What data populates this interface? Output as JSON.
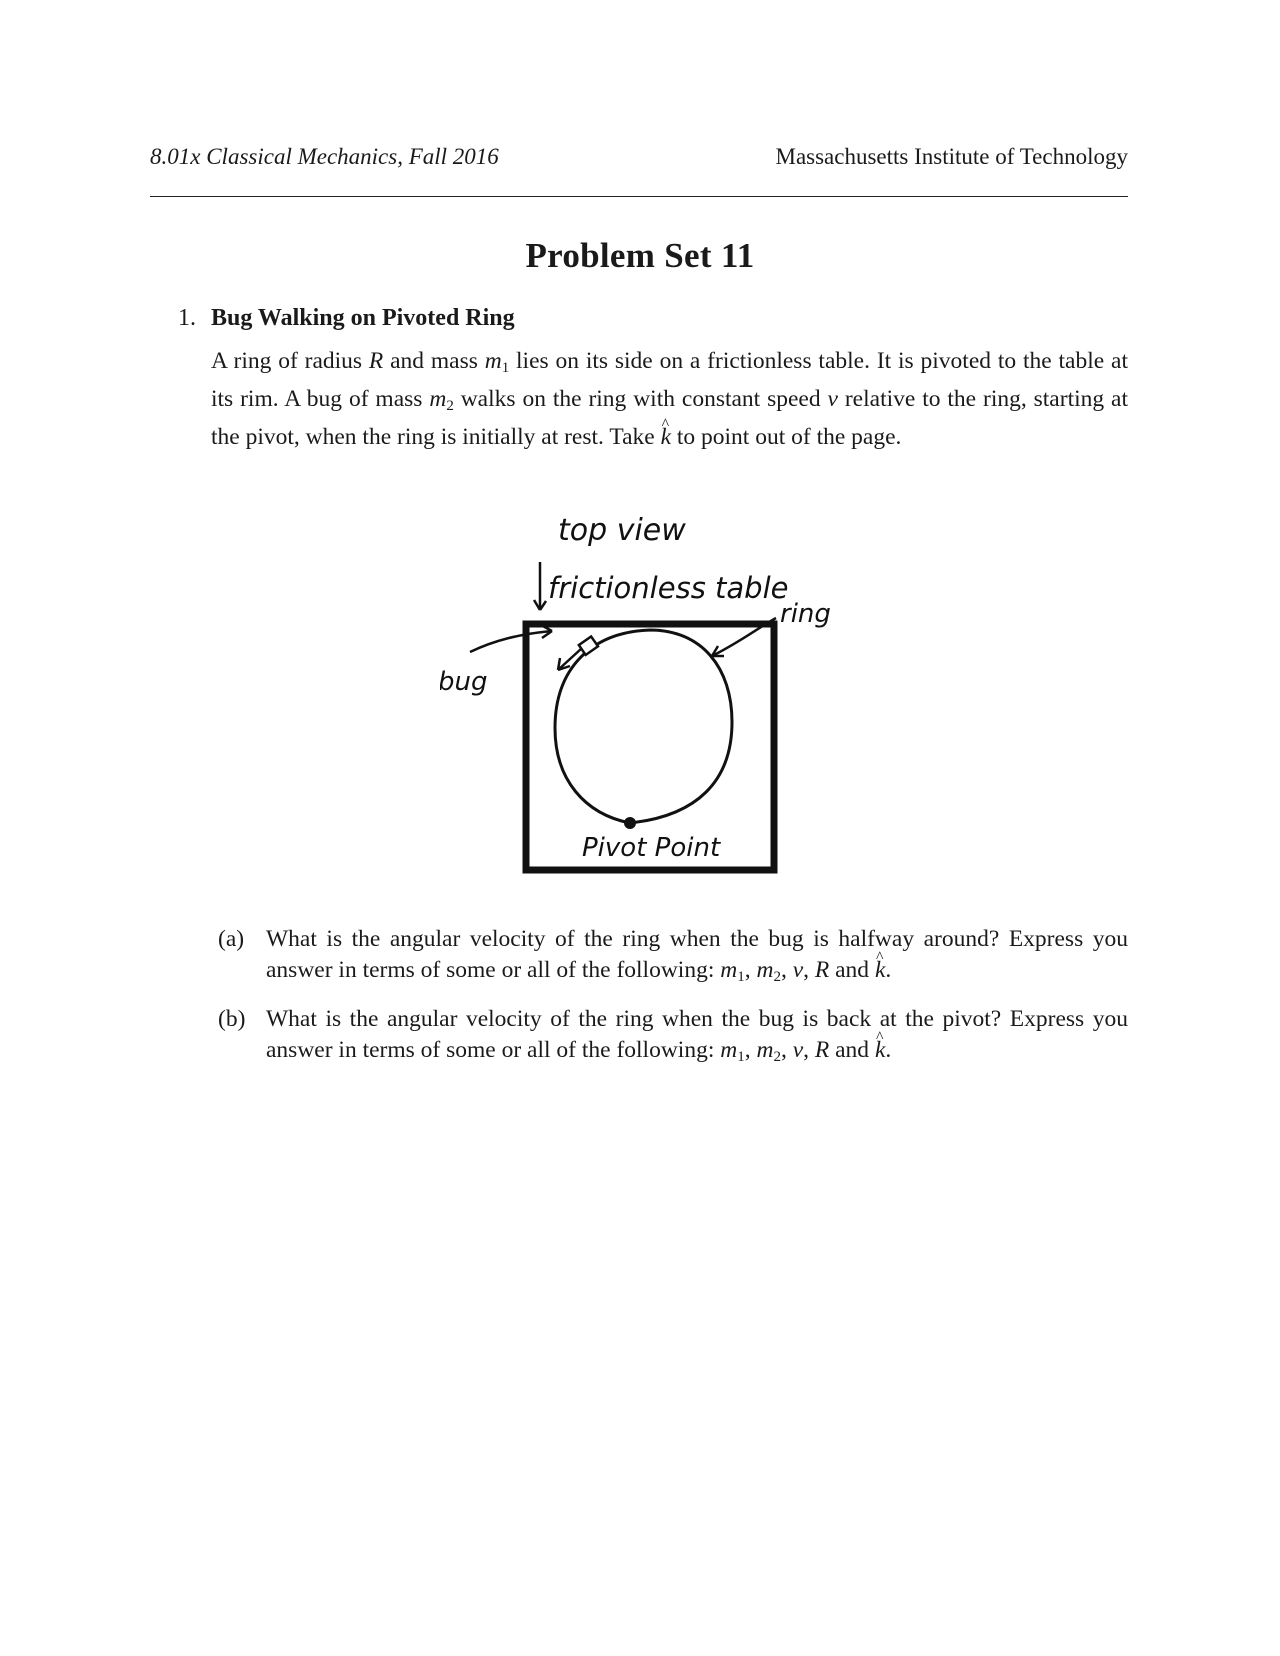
{
  "header": {
    "course": "8.01x Classical Mechanics, Fall 2016",
    "institution": "Massachusetts Institute of Technology"
  },
  "title": "Problem Set 11",
  "problem": {
    "number": "1.",
    "heading": "Bug Walking on Pivoted Ring",
    "body": {
      "t1": "A ring of radius ",
      "v_R": "R",
      "t2": " and mass ",
      "v_m": "m",
      "s_1": "1",
      "t3": " lies on its side on a frictionless table. It is pivoted to the table at its rim. A bug of mass ",
      "v_m2": "m",
      "s_2": "2",
      "t4": " walks on the ring with constant speed ",
      "v_v": "v",
      "t5": " relative to the ring, starting at the pivot, when the ring is initially at rest. Take ",
      "v_k": "k",
      "t6": " to point out of the page."
    }
  },
  "figure": {
    "labels": {
      "top_view": "top view",
      "table": "frictionless table",
      "ring": "ring",
      "bug": "bug",
      "pivot": "Pivot Point"
    }
  },
  "subparts": [
    {
      "tag": "(a)",
      "lead": "What is the angular velocity of the ring when the bug is halfway around? Express you answer in terms of some or all of the following: ",
      "m": "m",
      "s1": "1",
      "c1": ", ",
      "m2": "m",
      "s2": "2",
      "c2": ", ",
      "v": "v",
      "c3": ", ",
      "R": "R",
      "and": " and ",
      "k": "k",
      "end": "."
    },
    {
      "tag": "(b)",
      "lead": "What is the angular velocity of the ring when the bug is back at the pivot? Express you answer in terms of some or all of the following: ",
      "m": "m",
      "s1": "1",
      "c1": ", ",
      "m2": "m",
      "s2": "2",
      "c2": ", ",
      "v": "v",
      "c3": ", ",
      "R": "R",
      "and": " and ",
      "k": "k",
      "end": "."
    }
  ]
}
